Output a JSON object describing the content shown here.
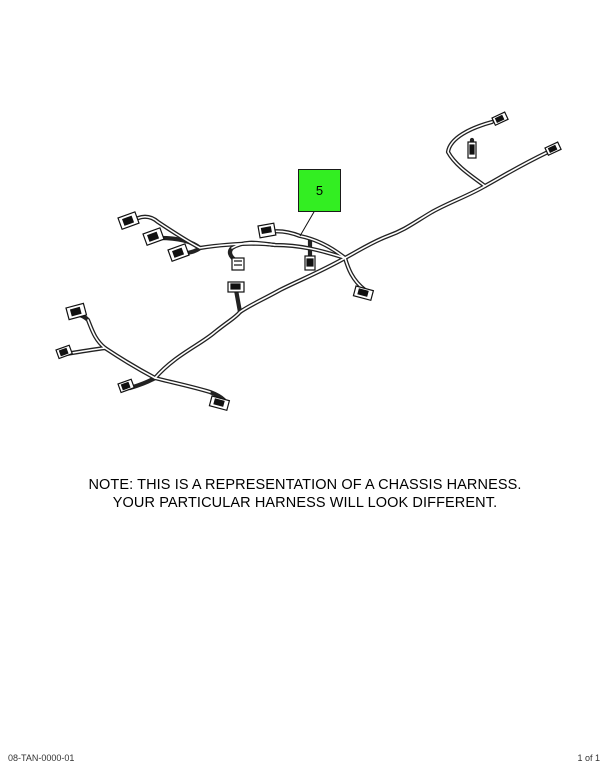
{
  "diagram": {
    "callout": {
      "label": "5",
      "color": "#33ee22"
    },
    "note_lines": [
      "NOTE: THIS IS A REPRESENTATION OF A CHASSIS HARNESS.",
      "YOUR PARTICULAR HARNESS WILL LOOK DIFFERENT."
    ]
  },
  "footer": {
    "left": "08-TAN-0000-01",
    "right": "1 of 1"
  }
}
